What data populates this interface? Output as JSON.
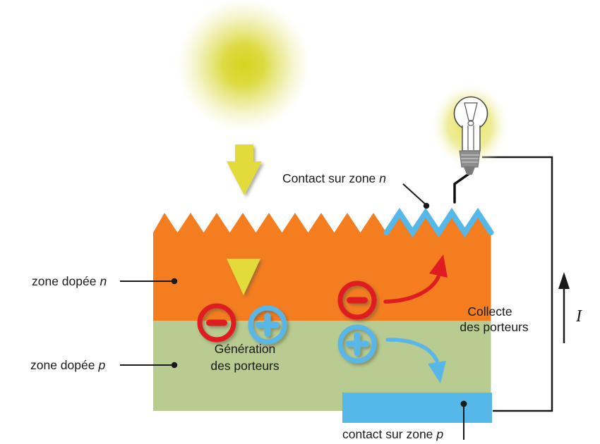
{
  "labels": {
    "contact_zone_n": {
      "text": "Contact sur zone",
      "variable": "n"
    },
    "contact_zone_p": {
      "text": "contact sur zone",
      "variable": "p"
    },
    "zone_dopee_n": {
      "text": "zone dopée",
      "variable": "n"
    },
    "zone_dopee_p": {
      "text": "zone dopée",
      "variable": "p"
    },
    "generation_porteurs": {
      "line1": "Génération",
      "line2": "des porteurs"
    },
    "collecte_porteurs": {
      "line1": "Collecte",
      "line2": "des porteurs"
    },
    "courant": "I"
  },
  "icons": {
    "sun": "sun-glow-icon",
    "photon_arrow": "photon-down-arrow-icon",
    "bulb": "light-bulb-icon",
    "electron": "electron-minus-circle-icon",
    "hole": "hole-plus-circle-icon",
    "current_arrow": "current-up-arrow-icon"
  },
  "colors": {
    "zone_n_orange": "#F47D20",
    "zone_p_green": "#B8CB90",
    "contact_blue": "#56B8E8",
    "electron_red": "#DF1C22",
    "hole_blue": "#58B7E8",
    "photon_yellow": "#E2DB3B",
    "wire_black": "#1A1A1A"
  }
}
